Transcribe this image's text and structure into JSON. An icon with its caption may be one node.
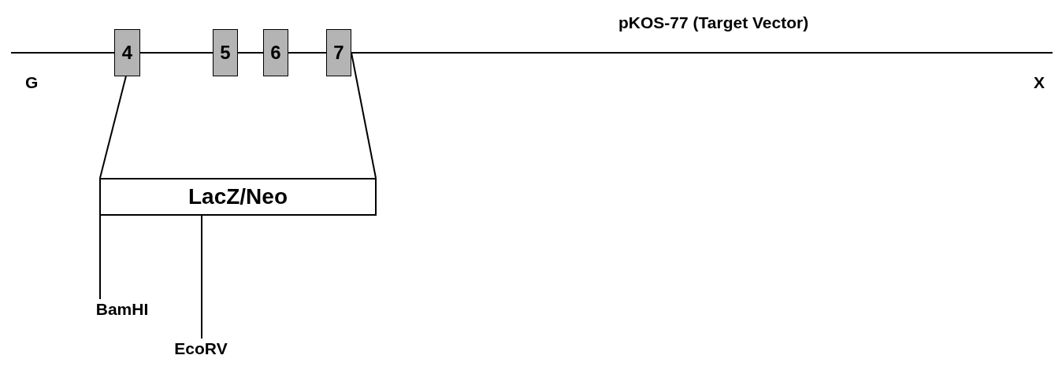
{
  "diagram": {
    "title": "pKOS-77 (Target Vector)",
    "nodes": [
      {
        "text": [
          "4"
        ]
      },
      {
        "text": [
          "5"
        ]
      },
      {
        "text": [
          "6"
        ]
      },
      {
        "text": [
          "7"
        ]
      },
      {
        "text": [
          "LacZ/Neo"
        ]
      },
      {
        "text": [
          "BamHI"
        ]
      },
      {
        "text": [
          "EcoRV"
        ]
      }
    ],
    "edges": [
      {
        "from": 0,
        "to": 4,
        "arrow": "none"
      },
      {
        "from": 3,
        "to": 4,
        "arrow": "none"
      },
      {
        "from": 5,
        "to": 4,
        "arrow": "none"
      },
      {
        "from": 6,
        "to": 4,
        "arrow": "none"
      }
    ],
    "labels": [
      "G",
      "X"
    ]
  }
}
